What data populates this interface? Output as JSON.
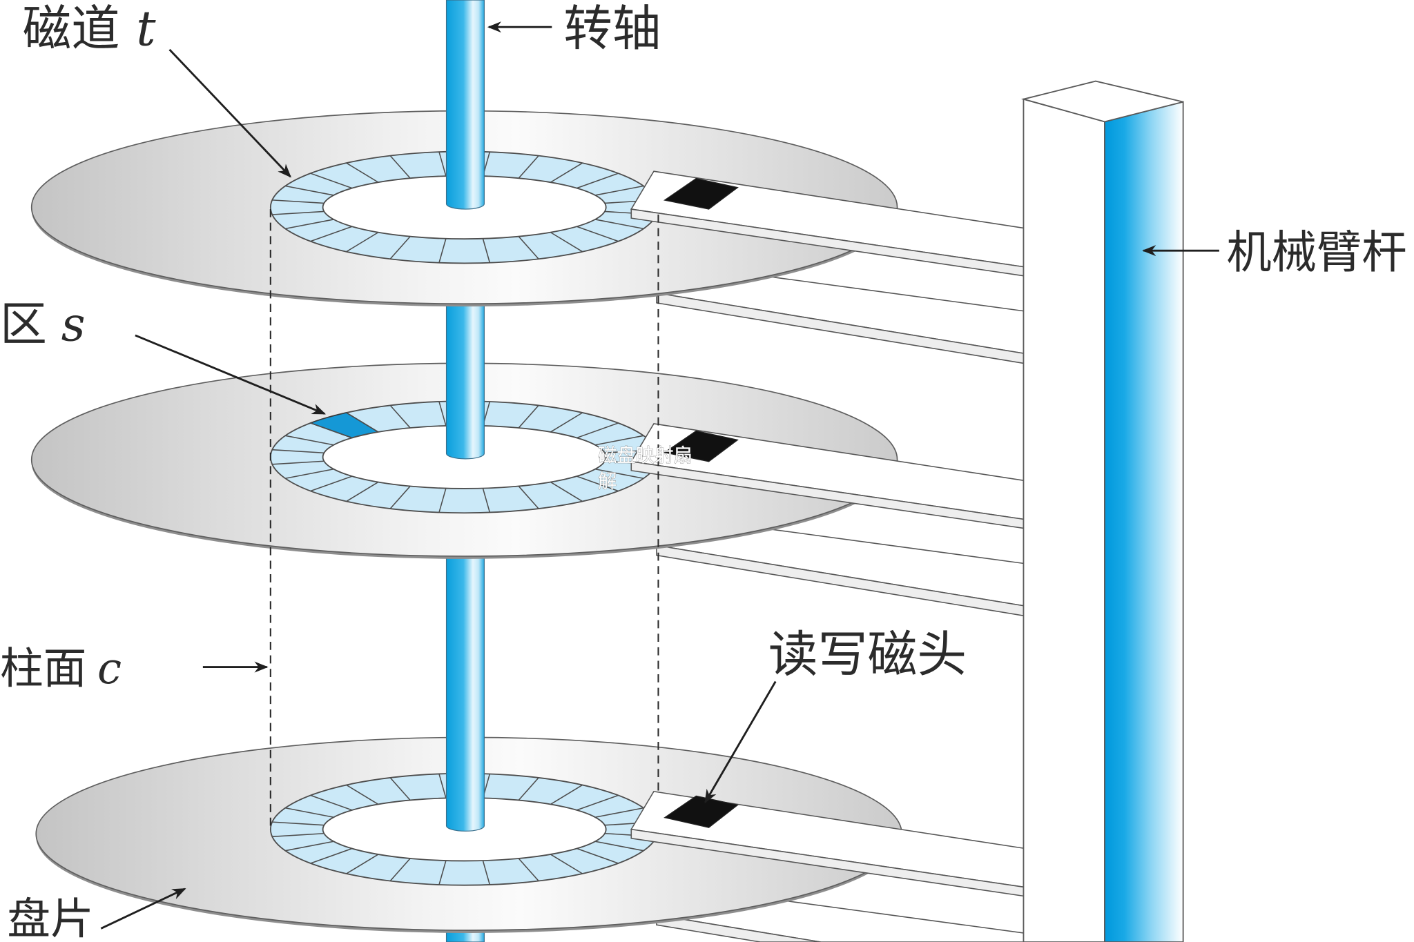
{
  "diagram": {
    "labels": {
      "track": {
        "text": "磁道",
        "var": "t"
      },
      "spindle": {
        "text": "转轴"
      },
      "arm_assembly": {
        "text": "机械臂杆"
      },
      "sector": {
        "text": "区",
        "var": "s"
      },
      "cylinder": {
        "text": "柱面",
        "var": "c"
      },
      "read_write_head": {
        "text": "读写磁头"
      },
      "platter": {
        "text": "盘片"
      }
    },
    "overlay_text": {
      "line1": "磁盘映射扇",
      "line2": "解"
    }
  },
  "colors": {
    "spindle_blue": "#0a9fdc",
    "track_ring": "#cbe9f8",
    "highlighted_sector": "#1598d6",
    "arm_column_blue": "#0098dc",
    "read_write_head": "#111111"
  }
}
